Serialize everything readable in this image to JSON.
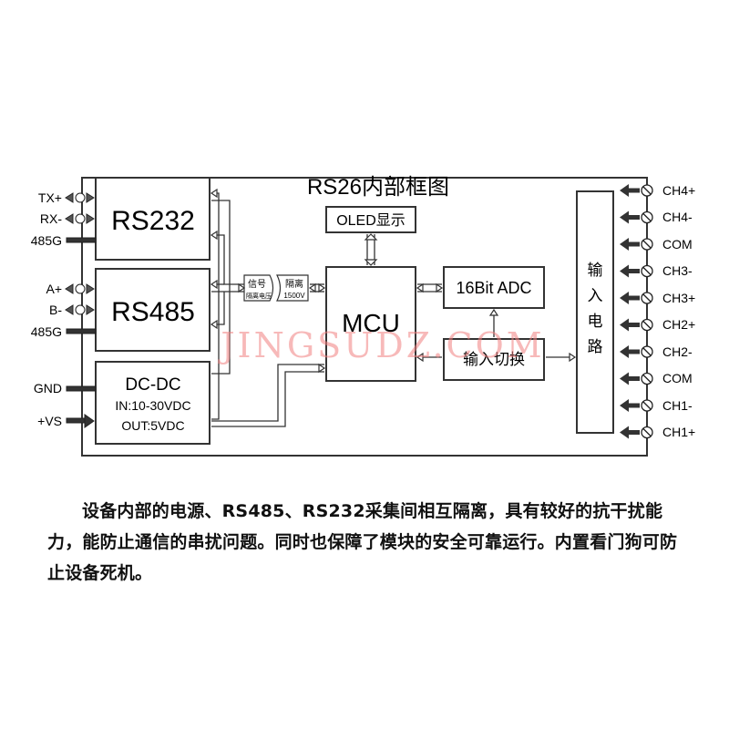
{
  "diagram": {
    "title": "RS26内部框图",
    "blocks": {
      "rs232": "RS232",
      "rs485": "RS485",
      "dcdc": "DC-DC",
      "dcdc_in": "IN:10-30VDC",
      "dcdc_out": "OUT:5VDC",
      "oled": "OLED显示",
      "mcu": "MCU",
      "adc": "16Bit ADC",
      "input_switch": "输入切换",
      "input_circuit": [
        "输",
        "入",
        "电",
        "路"
      ],
      "signal": "信号",
      "signal_sub": "隔离电压",
      "isolation": "隔离",
      "isolation_sub": "1500V"
    },
    "left_terminals": [
      "TX+",
      "RX-",
      "485G",
      "A+",
      "B-",
      "485G",
      "GND",
      "+VS"
    ],
    "right_terminals": [
      "CH4+",
      "CH4-",
      "COM",
      "CH3-",
      "CH3+",
      "CH2+",
      "CH2-",
      "COM",
      "CH1-",
      "CH1+"
    ],
    "watermark": "JINGSUDZ.COM"
  },
  "description": "设备内部的电源、RS485、RS232采集间相互隔离，具有较好的抗干扰能力，能防止通信的串扰问题。同时也保障了模块的安全可靠运行。内置看门狗可防止设备死机。",
  "colors": {
    "watermark": "#f08080",
    "line": "#333333"
  }
}
